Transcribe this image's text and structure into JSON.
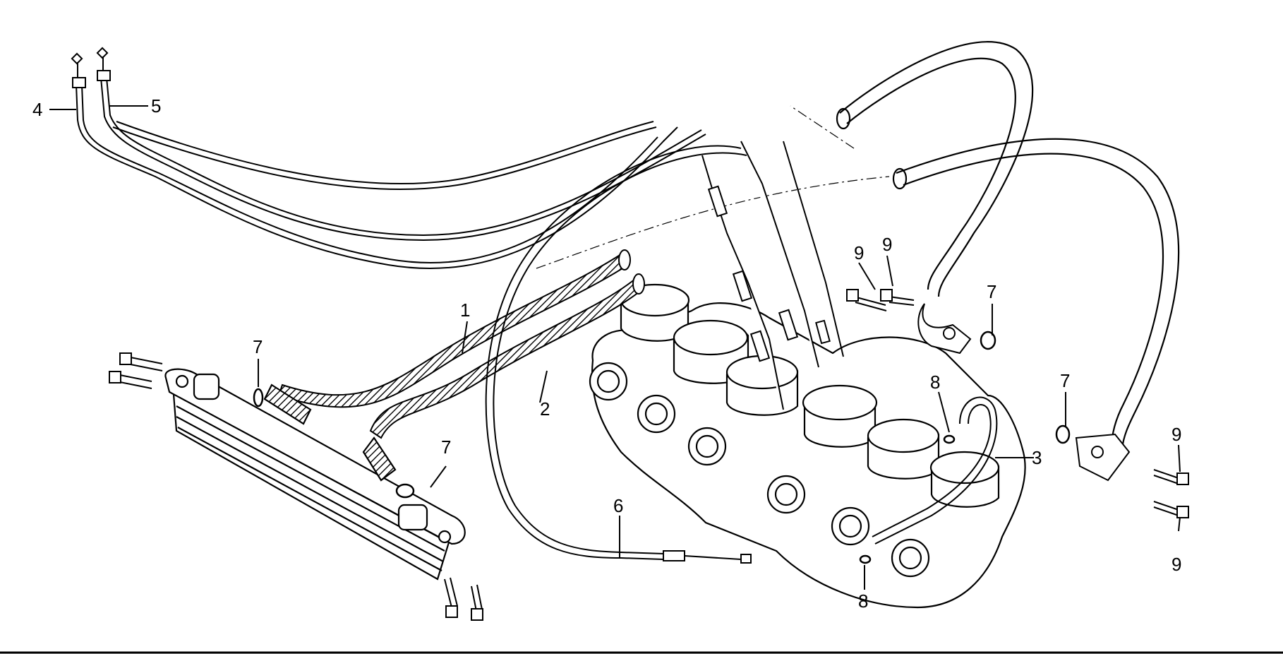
{
  "diagram": {
    "ink_color": "#000000",
    "background_color": "#ffffff",
    "callouts": {
      "c1": "1",
      "c2": "2",
      "c3": "3",
      "c4": "4",
      "c5": "5",
      "c6": "6",
      "c7a": "7",
      "c7b": "7",
      "c7c": "7",
      "c7d": "7",
      "c8a": "8",
      "c8b": "8",
      "c9a": "9",
      "c9b": "9",
      "c9c": "9",
      "c9d": "9"
    }
  }
}
